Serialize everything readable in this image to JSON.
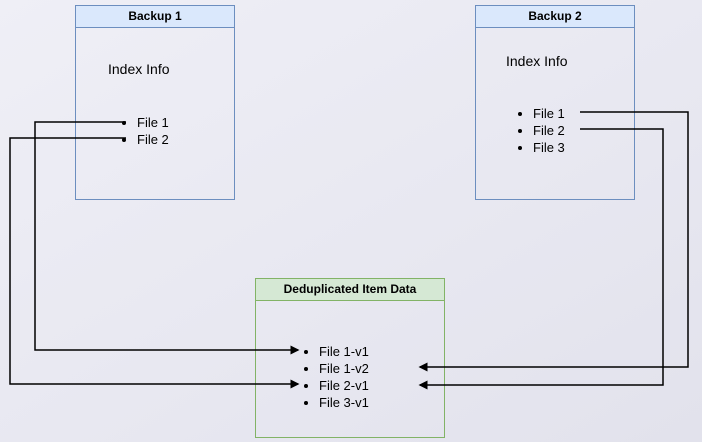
{
  "diagram": {
    "background_color": "#e8e8f1",
    "arrow_color": "#000000",
    "backup1": {
      "title": "Backup 1",
      "subtitle": "Index Info",
      "items": [
        "File 1",
        "File 2"
      ],
      "fill": "#dae8fc",
      "border": "#6c8ebf"
    },
    "backup2": {
      "title": "Backup 2",
      "subtitle": "Index Info",
      "items": [
        "File 1",
        "File 2",
        "File 3"
      ],
      "fill": "#dae8fc",
      "border": "#6c8ebf"
    },
    "dedup": {
      "title": "Deduplicated Item Data",
      "items": [
        "File 1-v1",
        "File 1-v2",
        "File 2-v1",
        "File 3-v1"
      ],
      "fill": "#d5e8d4",
      "border": "#82b366"
    },
    "arrows": [
      {
        "from": "Backup 1 / File 1",
        "to": "File 1-v1"
      },
      {
        "from": "Backup 1 / File 2",
        "to": "File 2-v1"
      },
      {
        "from": "Backup 2 / File 1",
        "to": "File 1-v2"
      },
      {
        "from": "Backup 2 / File 2",
        "to": "File 2-v1"
      }
    ]
  }
}
